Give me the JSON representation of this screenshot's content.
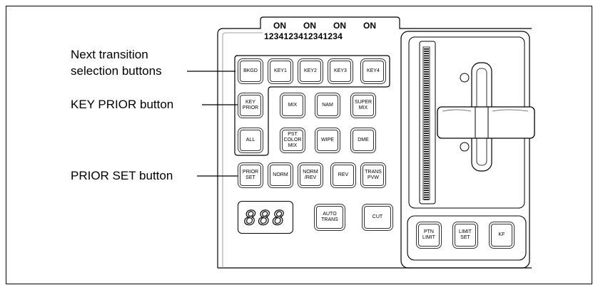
{
  "callouts": {
    "next_transition_line1": "Next transition",
    "next_transition_line2": "selection buttons",
    "key_prior": "KEY PRIOR button",
    "prior_set": "PRIOR SET button"
  },
  "header": {
    "on_labels": [
      "ON",
      "ON",
      "ON",
      "ON"
    ],
    "digits": "1234123412341234"
  },
  "next_transition_buttons": [
    "BKGD",
    "KEY1",
    "KEY2",
    "KEY3",
    "KEY4"
  ],
  "key_prior_button": "KEY\nPRIOR",
  "all_button": "ALL",
  "transition_type_buttons": {
    "row1": [
      "MIX",
      "NAM",
      "SUPER\nMIX"
    ],
    "row2": [
      "PST\nCOLOR\nMIX",
      "WIPE",
      "DME"
    ]
  },
  "prior_set_row": [
    "PRIOR\nSET",
    "NORM",
    "NORM\n/REV",
    "REV",
    "TRANS\nPVW"
  ],
  "display_value": "888",
  "auto_trans_button": "AUTO\nTRANS",
  "cut_button": "CUT",
  "fader_buttons": [
    "PTN\nLIMIT",
    "LIMIT\nSET",
    "KF"
  ]
}
